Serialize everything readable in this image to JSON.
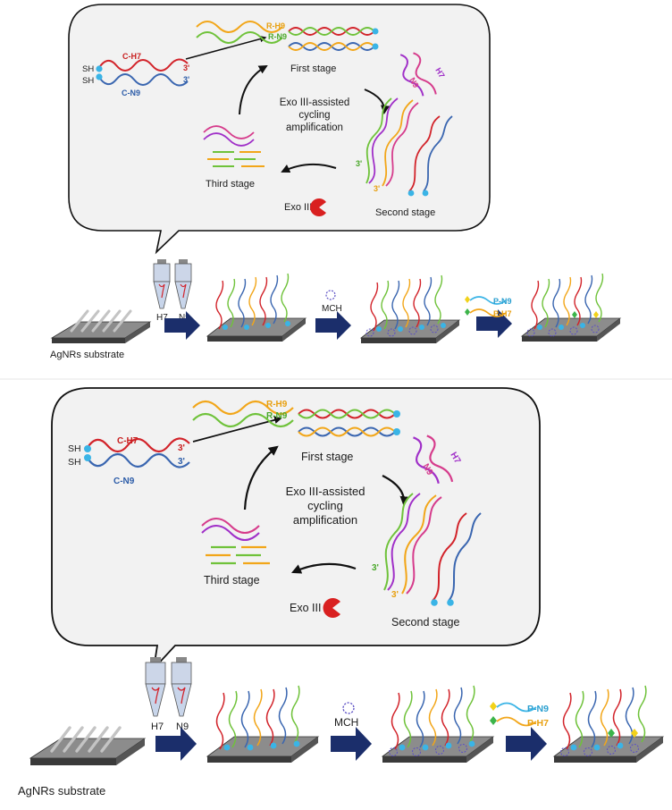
{
  "panels": [
    {
      "probe_top": "C-H7",
      "probe_bottom": "C-N9",
      "sh_top": "SH",
      "sh_bottom": "SH",
      "prime_top": "3'",
      "prime_bottom": "3'",
      "r_h9": "R-H9",
      "r_n9": "R-N9",
      "first_stage": "First stage",
      "second_stage": "Second stage",
      "third_stage": "Third stage",
      "cycle_line1": "Exo III-assisted",
      "cycle_line2": "cycling",
      "cycle_line3": "amplification",
      "enzyme": "Exo III",
      "target_h7": "H7",
      "target_n9": "N9",
      "prime_a": "3'",
      "prime_b": "3'",
      "tube_h7": "H7",
      "tube_n9": "N9",
      "mch": "MCH",
      "p_n9": "P-N9",
      "p_h7": "P-H7",
      "substrate": "AgNRs substrate"
    },
    {
      "probe_top": "C-H7",
      "probe_bottom": "C-N9",
      "sh_top": "SH",
      "sh_bottom": "SH",
      "prime_top": "3'",
      "prime_bottom": "3'",
      "r_h9": "R-H9",
      "r_n9": "R-N9",
      "first_stage": "First stage",
      "second_stage": "Second stage",
      "third_stage": "Third stage",
      "cycle_line1": "Exo III-assisted",
      "cycle_line2": "cycling",
      "cycle_line3": "amplification",
      "enzyme": "Exo III",
      "target_h7": "H7",
      "target_n9": "N9",
      "prime_a": "3'",
      "prime_b": "3'",
      "tube_h7": "H7",
      "tube_n9": "N9",
      "mch": "MCH",
      "p_n9": "P-N9",
      "p_h7": "P-H7",
      "substrate": "AgNRs substrate"
    }
  ],
  "colors": {
    "red": "#d2232a",
    "blue": "#3a66b0",
    "green": "#6fc23a",
    "orange": "#f2a619",
    "purple": "#a030c8",
    "magenta": "#d63c8c",
    "cyan": "#3ab4e6",
    "navy": "#1b2e6b",
    "bubble_fill": "#f2f2f2",
    "plate": "#8c8c8c",
    "text_red": "#c81e1e",
    "text_blue": "#2c5ca8",
    "text_green": "#4aa82a",
    "text_orange": "#e8a010",
    "text_magenta": "#c8287a",
    "text_cyan": "#2a9fd0"
  },
  "icons": {
    "enzyme": "pacman-enzyme-icon",
    "mch": "mch-molecule-icon",
    "tube": "tube-icon",
    "arrow": "process-arrow-icon"
  }
}
